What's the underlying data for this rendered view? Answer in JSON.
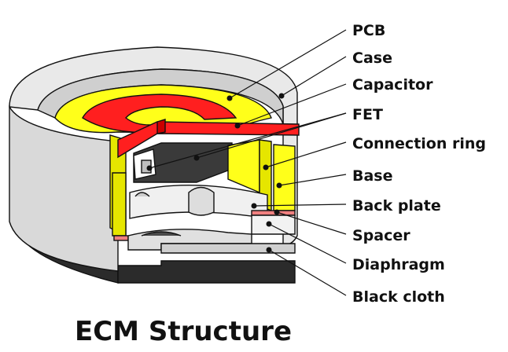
{
  "title": "ECM Structure",
  "labels": [
    {
      "key": "pcb",
      "text": "PCB"
    },
    {
      "key": "case",
      "text": "Case"
    },
    {
      "key": "capacitor",
      "text": "Capacitor"
    },
    {
      "key": "fet",
      "text": "FET"
    },
    {
      "key": "connection_ring",
      "text": "Connection ring"
    },
    {
      "key": "base",
      "text": "Base"
    },
    {
      "key": "back_plate",
      "text": "Back plate"
    },
    {
      "key": "spacer",
      "text": "Spacer"
    },
    {
      "key": "diaphragm",
      "text": "Diaphragm"
    },
    {
      "key": "black_cloth",
      "text": "Black cloth"
    }
  ],
  "colors": {
    "case": "#dcdcdc",
    "case_inner": "#f2f2f2",
    "pcb": "#ffff1a",
    "base": "#e6e600",
    "capacitor": "#ff1f1f",
    "fet": "#3a3a3a",
    "black_cloth": "#2b2b2b",
    "spacer": "#f08080"
  }
}
